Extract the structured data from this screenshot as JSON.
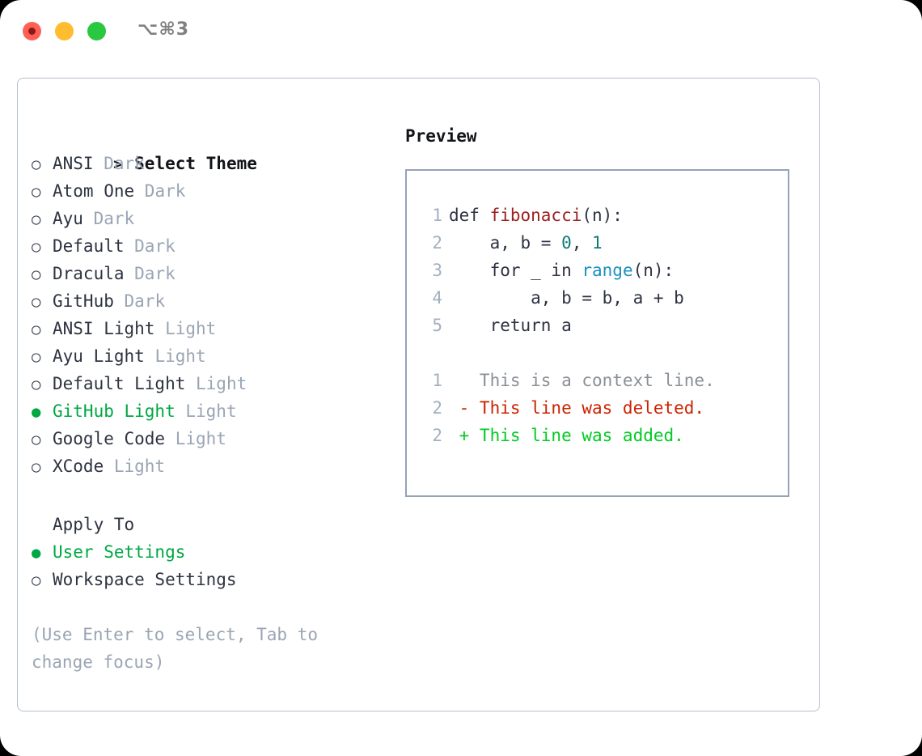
{
  "titlebar": {
    "shortcut": "⌥⌘3",
    "buttons": [
      "close",
      "minimize",
      "maximize"
    ]
  },
  "theme_list": {
    "header_marker": ">",
    "header_label": "Select Theme",
    "unselected_marker": "○",
    "selected_marker": "●",
    "items": [
      {
        "name": "ANSI",
        "variant": "Dark",
        "selected": false
      },
      {
        "name": "Atom One",
        "variant": "Dark",
        "selected": false
      },
      {
        "name": "Ayu",
        "variant": "Dark",
        "selected": false
      },
      {
        "name": "Default",
        "variant": "Dark",
        "selected": false
      },
      {
        "name": "Dracula",
        "variant": "Dark",
        "selected": false
      },
      {
        "name": "GitHub",
        "variant": "Dark",
        "selected": false
      },
      {
        "name": "ANSI Light",
        "variant": "Light",
        "selected": false
      },
      {
        "name": "Ayu Light",
        "variant": "Light",
        "selected": false
      },
      {
        "name": "Default Light",
        "variant": "Light",
        "selected": false
      },
      {
        "name": "GitHub Light",
        "variant": "Light",
        "selected": true
      },
      {
        "name": "Google Code",
        "variant": "Light",
        "selected": false
      },
      {
        "name": "XCode",
        "variant": "Light",
        "selected": false
      }
    ]
  },
  "apply_to": {
    "title": "Apply To",
    "options": [
      {
        "label": "User Settings",
        "selected": true
      },
      {
        "label": "Workspace Settings",
        "selected": false
      }
    ]
  },
  "hint": "(Use Enter to select, Tab to change focus)",
  "preview": {
    "title": "Preview",
    "code_lines": [
      {
        "no": "1",
        "segments": [
          {
            "text": "def ",
            "cls": ""
          },
          {
            "text": "fibonacci",
            "cls": "fn"
          },
          {
            "text": "(n):",
            "cls": ""
          }
        ]
      },
      {
        "no": "2",
        "segments": [
          {
            "text": "    a, b = ",
            "cls": ""
          },
          {
            "text": "0",
            "cls": "num"
          },
          {
            "text": ", ",
            "cls": ""
          },
          {
            "text": "1",
            "cls": "num"
          }
        ]
      },
      {
        "no": "3",
        "segments": [
          {
            "text": "    for _ in ",
            "cls": ""
          },
          {
            "text": "range",
            "cls": "bi"
          },
          {
            "text": "(n):",
            "cls": ""
          }
        ]
      },
      {
        "no": "4",
        "segments": [
          {
            "text": "        a, b = b, a + b",
            "cls": ""
          }
        ]
      },
      {
        "no": "5",
        "segments": [
          {
            "text": "    return a",
            "cls": ""
          }
        ]
      }
    ],
    "diff_lines": [
      {
        "no": "1",
        "sign": " ",
        "text": " This is a context line.",
        "kind": "ctx"
      },
      {
        "no": "2",
        "sign": "-",
        "text": " This line was deleted.",
        "kind": "del"
      },
      {
        "no": "2",
        "sign": "+",
        "text": " This line was added.",
        "kind": "add"
      }
    ]
  },
  "colors": {
    "selected_green": "#00a844",
    "added_green": "#00cc22",
    "deleted_red": "#cc2200",
    "function_red": "#9c1f1f",
    "number_teal": "#0d7a73",
    "builtin_blue": "#1a8fc1",
    "muted_gray": "#9aa5b4",
    "border_gray": "#94a3b8",
    "text_dark": "#2d3340"
  }
}
